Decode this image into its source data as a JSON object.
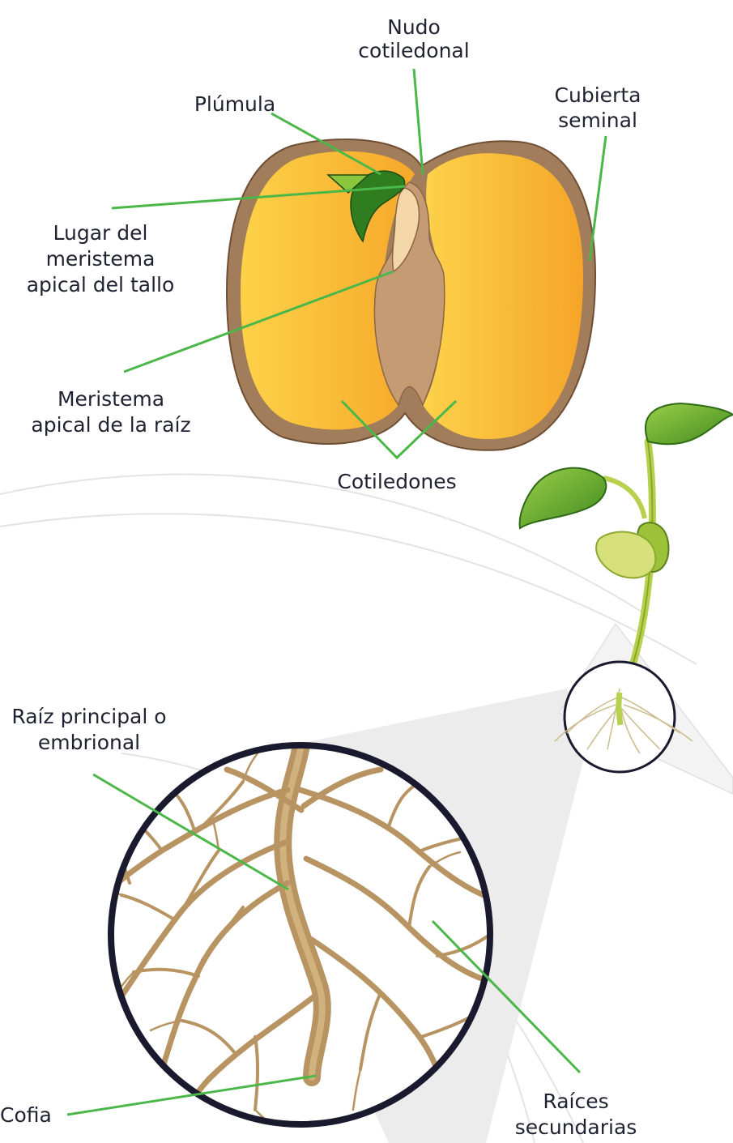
{
  "labels": {
    "nudo_line1": "Nudo",
    "nudo_line2": "cotiledonal",
    "plumula": "Plúmula",
    "cubierta_line1": "Cubierta",
    "cubierta_line2": "seminal",
    "lugar_line1": "Lugar del",
    "lugar_line2": "meristema",
    "lugar_line3": "apical del tallo",
    "meristema_line1": "Meristema",
    "meristema_line2": "apical de la raíz",
    "cotiledones": "Cotiledones",
    "raiz_line1": "Raíz principal o",
    "raiz_line2": "embrional",
    "cofia": "Cofia",
    "raices_line1": "Raíces",
    "raices_line2": "secundarias"
  },
  "colors": {
    "leader_line": "#4cb749",
    "seed_coat": "#a27d5b",
    "cotyledon_yellow": "#fdc93f",
    "cotyledon_orange": "#f5a626",
    "embryo_axis": "#c59b73",
    "plumule": "#2f7d1f",
    "root": "#b89462",
    "lens_border": "#1a1a2e",
    "stem": "#b7d14e",
    "leaf": "#6fae2b"
  }
}
